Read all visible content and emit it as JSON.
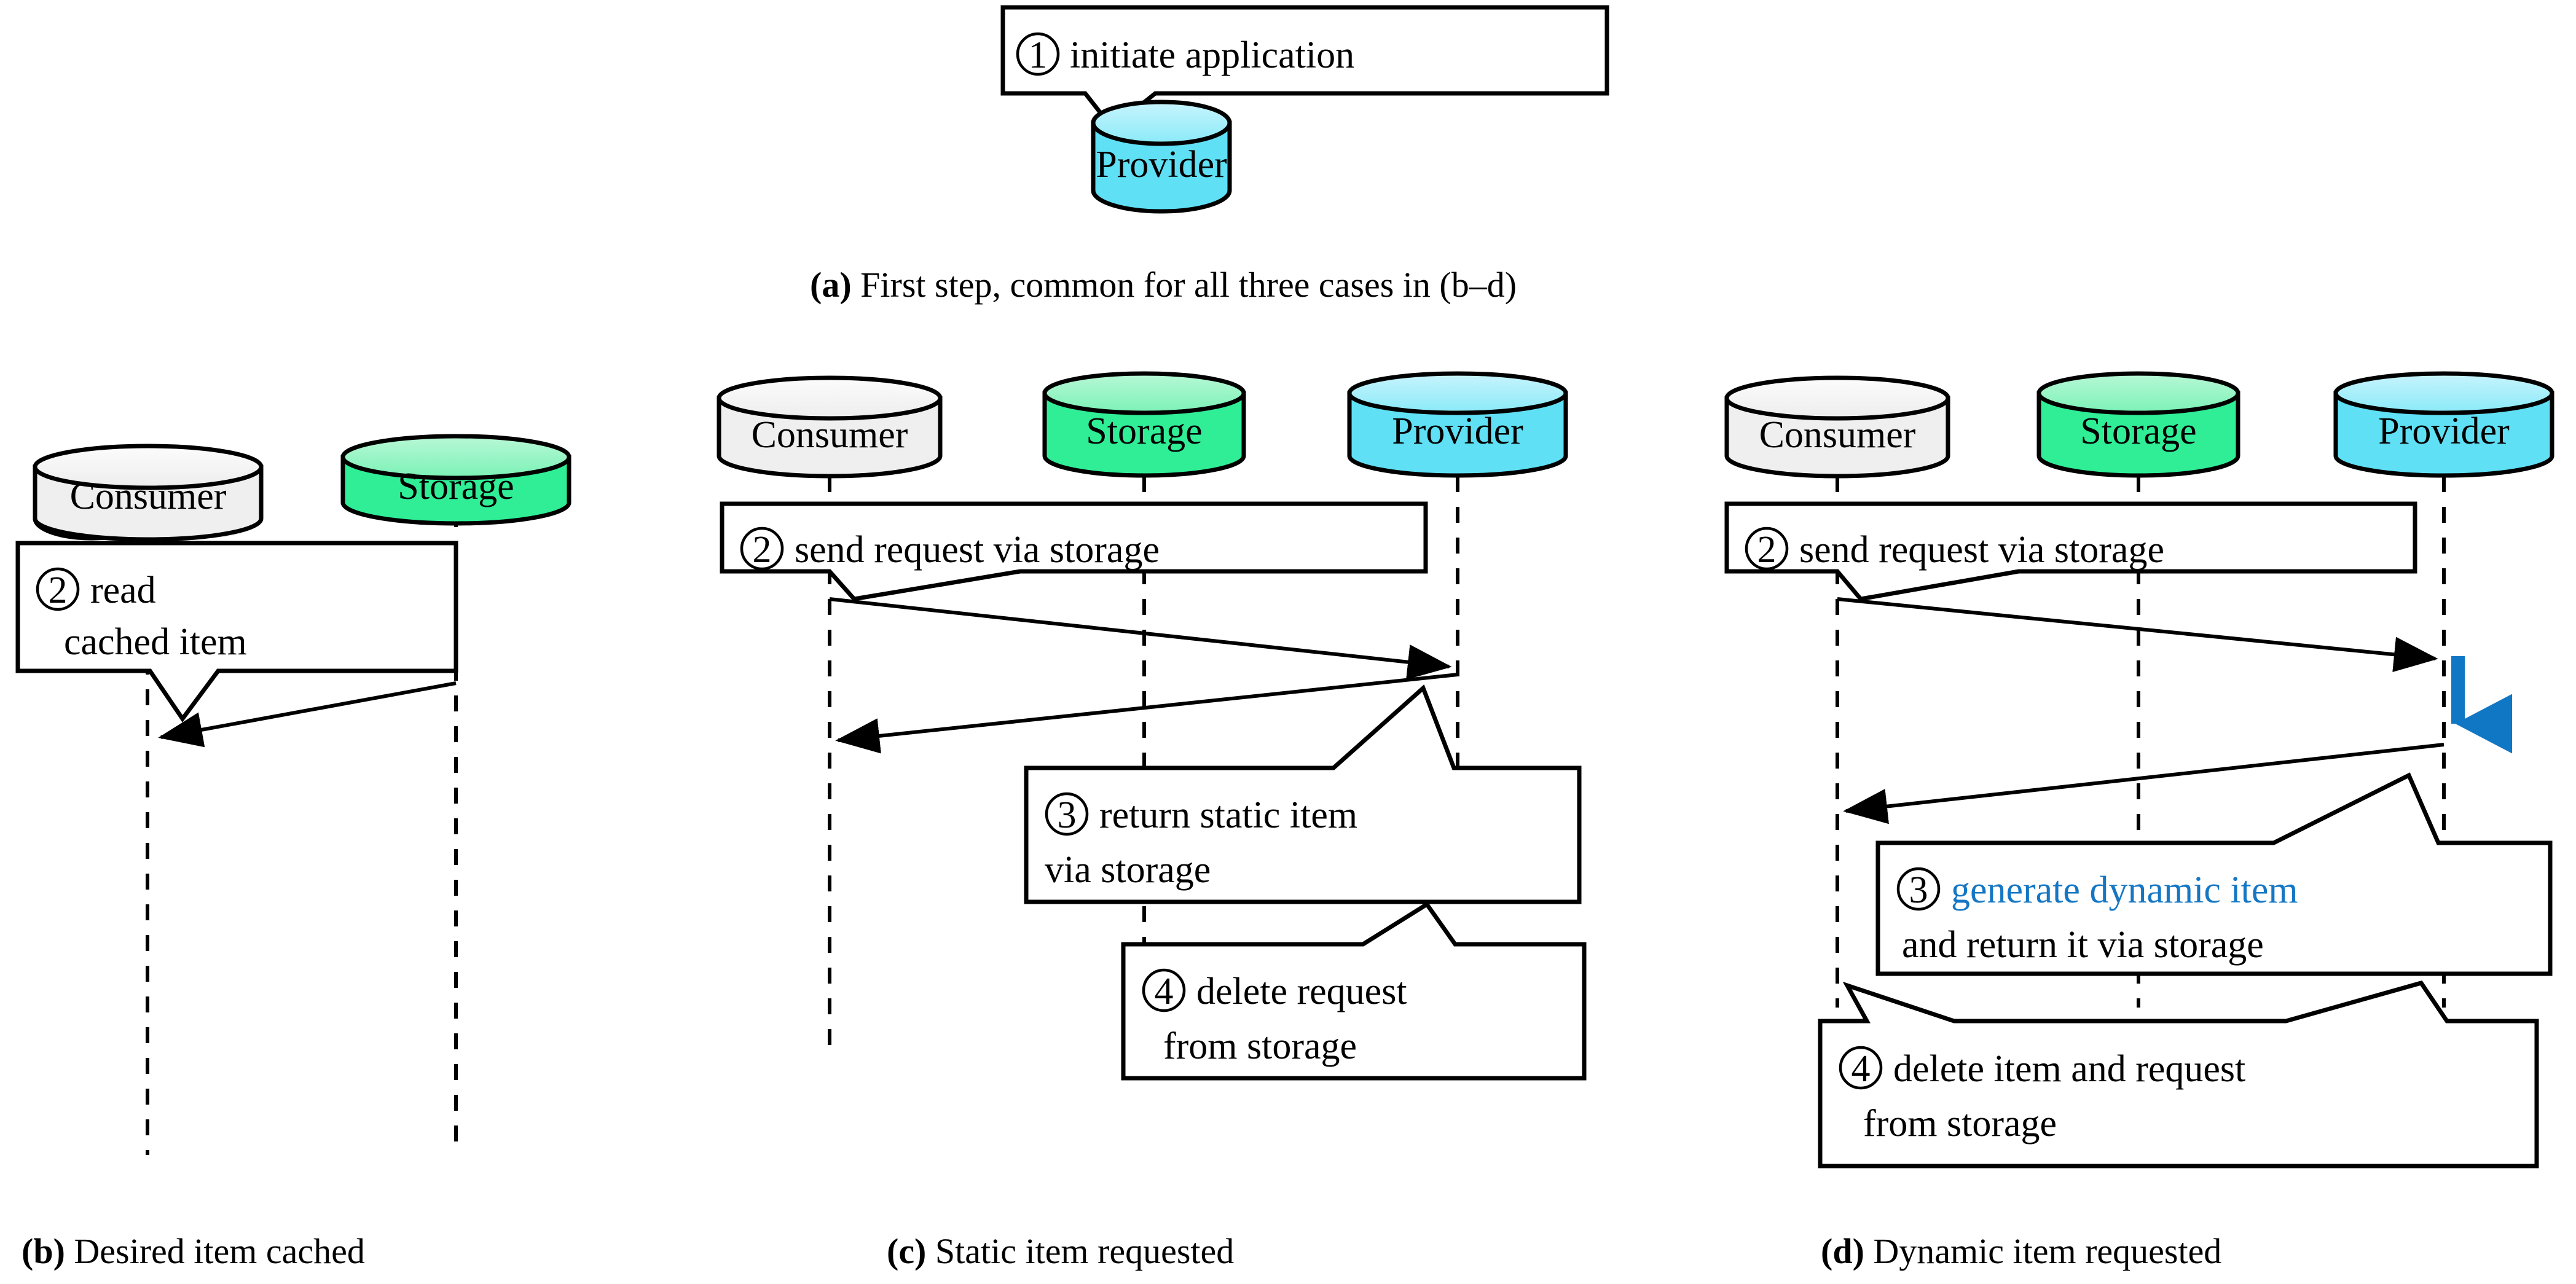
{
  "figure": {
    "type": "sequence-diagram",
    "accent_color": "#1577C4",
    "node_colors": {
      "consumer_body": "#EFEFEF",
      "consumer_top": "#F7F7F7",
      "storage_body": "#2FEE96",
      "storage_top": "#99F5C4",
      "provider_body": "#5FE0F5",
      "provider_top": "#AEEFFB",
      "outline": "#000000"
    }
  },
  "nodes": {
    "consumer": "Consumer",
    "storage": "Storage",
    "provider": "Provider"
  },
  "panel_a": {
    "caption_label": "(a)",
    "caption_text": " First step, common for all three cases in (b–d)",
    "message": {
      "number": "①",
      "text": "initiate application"
    },
    "node": "Provider"
  },
  "panel_b": {
    "caption_label": "(b)",
    "caption_text": " Desired item cached",
    "nodes": [
      "Consumer",
      "Storage"
    ],
    "messages": [
      {
        "number": "②",
        "line1": "read",
        "line2": "cached item",
        "from": "Storage",
        "to": "Consumer"
      }
    ]
  },
  "panel_c": {
    "caption_label": "(c)",
    "caption_text": " Static item requested",
    "nodes": [
      "Consumer",
      "Storage",
      "Provider"
    ],
    "messages": [
      {
        "number": "②",
        "line1": "send request via storage",
        "line2": "",
        "from": "Consumer",
        "to": "Provider"
      },
      {
        "number": "③",
        "line1": "return static item",
        "line2": "via storage",
        "from": "Provider",
        "to": "Consumer"
      },
      {
        "number": "④",
        "line1": "delete request",
        "line2": "from storage",
        "from": "Provider",
        "to": "Storage"
      }
    ]
  },
  "panel_d": {
    "caption_label": "(d)",
    "caption_text": " Dynamic item requested",
    "nodes": [
      "Consumer",
      "Storage",
      "Provider"
    ],
    "self_action": "generate",
    "messages": [
      {
        "number": "②",
        "line1": "send request via storage",
        "line2": "",
        "from": "Consumer",
        "to": "Provider"
      },
      {
        "number": "③",
        "line1": "generate dynamic item",
        "line1_accent": true,
        "line2": "and return it via storage",
        "from": "Provider",
        "to": "Consumer"
      },
      {
        "number": "④",
        "line1": "delete item and request",
        "line2": "from storage",
        "from": "Provider",
        "to": "Consumer"
      }
    ]
  }
}
